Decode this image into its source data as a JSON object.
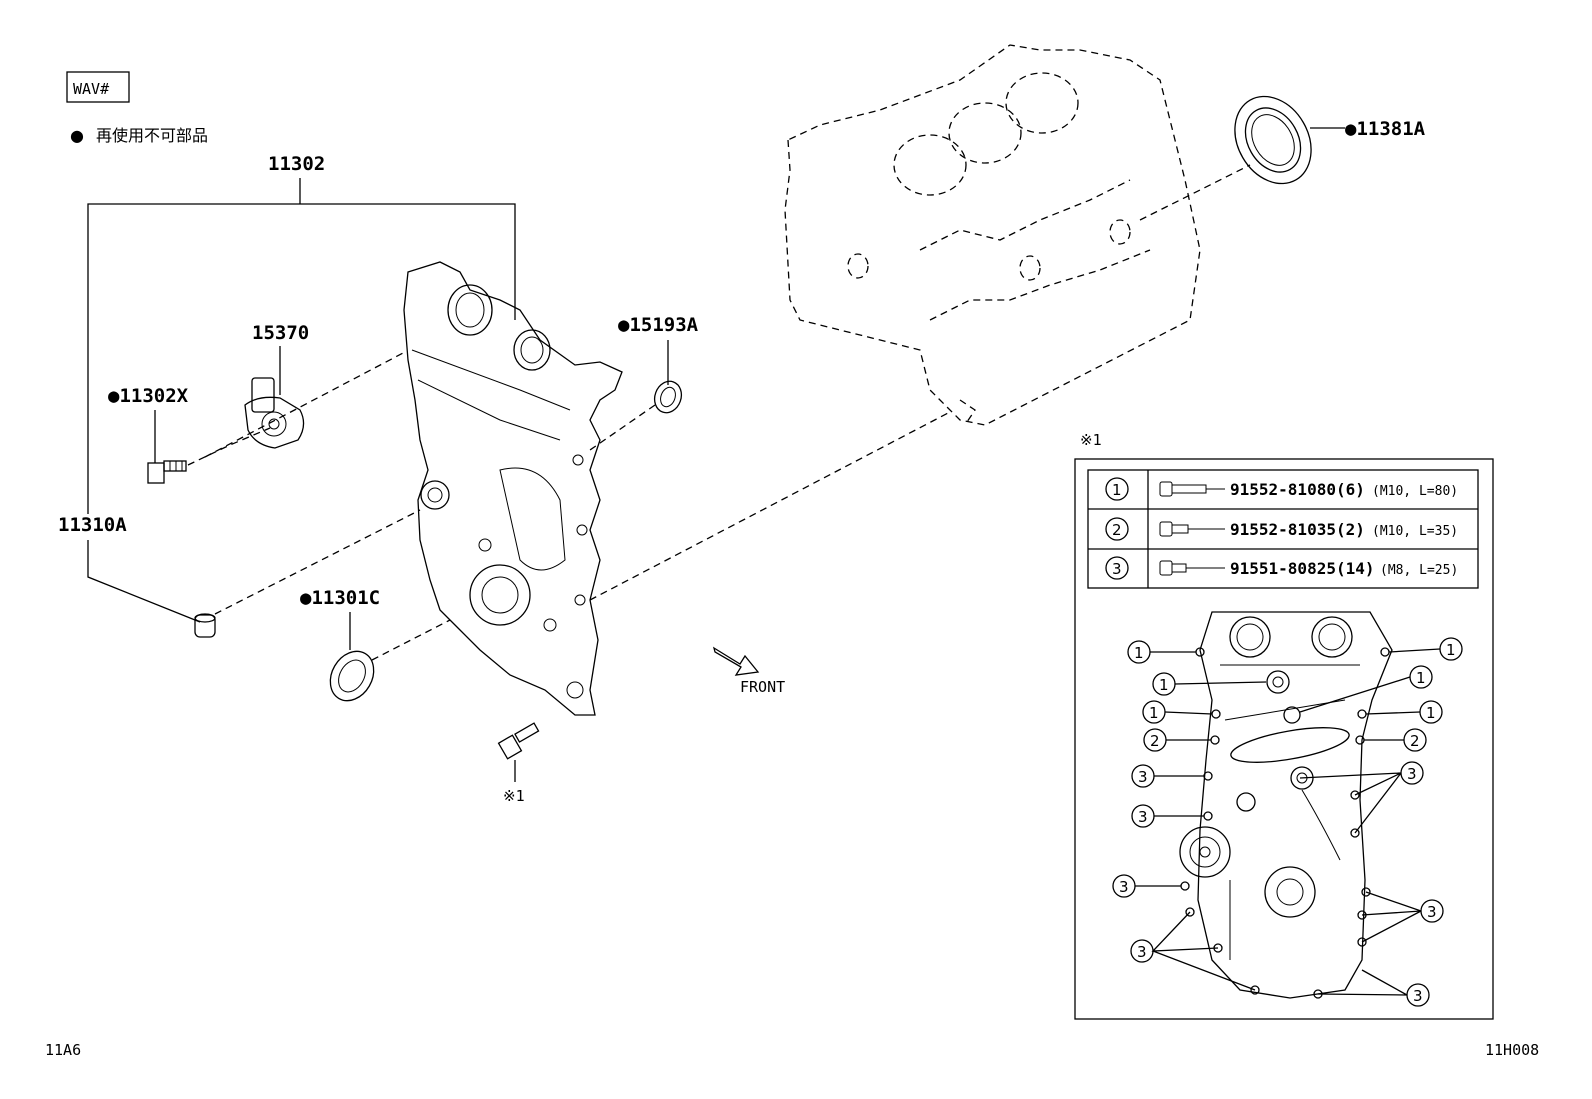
{
  "badge": "WAV#",
  "legend": {
    "bullet": "●",
    "text": "再使用不可部品"
  },
  "parts": {
    "p11302": "11302",
    "p15370": "15370",
    "p11302x": "●11302X",
    "p11310a": "11310A",
    "p15193a": "●15193A",
    "p11301c": "●11301C",
    "p11381a": "●11381A"
  },
  "front_label": "FRONT",
  "ref_mark": "※1",
  "bolt_table": {
    "title": "※1",
    "rows": [
      {
        "key": "1",
        "part": "91552-81080(6)",
        "spec": "(M10, L=80)"
      },
      {
        "key": "2",
        "part": "91552-81035(2)",
        "spec": "(M10, L=35)"
      },
      {
        "key": "3",
        "part": "91551-80825(14)",
        "spec": "(M8, L=25)"
      }
    ]
  },
  "callout_keys": [
    "1",
    "2",
    "3"
  ],
  "footer": {
    "left": "11A6",
    "right": "11H008"
  }
}
